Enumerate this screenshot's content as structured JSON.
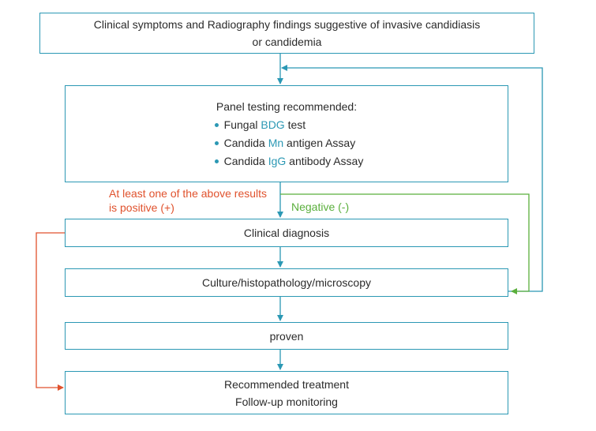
{
  "colors": {
    "box_border": "#2b98b4",
    "flow_arrow": "#2b98b4",
    "keyword": "#2b98b4",
    "positive": "#e0522d",
    "negative": "#5aaf3c",
    "text": "#2b2b2b"
  },
  "boxes": {
    "symptoms": {
      "line1": "Clinical symptoms and Radiography findings suggestive of invasive candidiasis",
      "line2": "or candidemia"
    },
    "panel": {
      "title": "Panel testing recommended:",
      "items": [
        {
          "pre": "Fungal ",
          "key": "BDG",
          "post": " test"
        },
        {
          "pre": "Candida ",
          "key": "Mn",
          "post": " antigen Assay"
        },
        {
          "pre": "Candida ",
          "key": "IgG",
          "post": " antibody Assay"
        }
      ]
    },
    "clinical": {
      "label": "Clinical diagnosis"
    },
    "culture": {
      "label": "Culture/histopathology/microscopy"
    },
    "proven": {
      "label": "proven"
    },
    "treatment": {
      "line1": "Recommended treatment",
      "line2": "Follow-up monitoring"
    }
  },
  "labels": {
    "positive": "At least one of the above results is positive (+)",
    "negative": "Negative (-)"
  }
}
